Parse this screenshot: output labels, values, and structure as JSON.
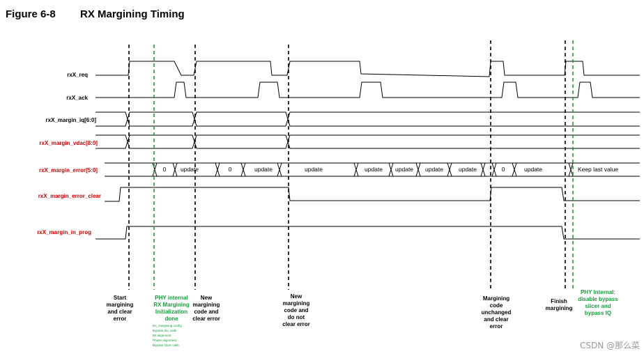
{
  "figure": {
    "label": "Figure 6-8",
    "title": "RX Margining Timing"
  },
  "signals": [
    {
      "id": "req",
      "label": "rxX_req",
      "color": "black"
    },
    {
      "id": "ack",
      "label": "rxX_ack",
      "color": "black"
    },
    {
      "id": "iq",
      "label": "rxX_margin_iq[6:0]",
      "color": "black"
    },
    {
      "id": "vdac",
      "label": "rxX_margin_vdac[8:0]",
      "color": "red"
    },
    {
      "id": "error",
      "label": "rxX_margin_error[5:0]",
      "color": "red"
    },
    {
      "id": "clear",
      "label": "rxX_margin_error_clear",
      "color": "red"
    },
    {
      "id": "prog",
      "label": "rxX_margin_in_prog",
      "color": "red"
    }
  ],
  "error_bus_segments": [
    "0",
    "update",
    "0",
    "update",
    "update",
    "update",
    "update",
    "update",
    "update",
    "0",
    "update",
    "Keep last value"
  ],
  "annotations": [
    {
      "id": "start",
      "color": "black",
      "lines": [
        "Start",
        "margining",
        "and clear",
        "error"
      ]
    },
    {
      "id": "phy-init",
      "color": "green",
      "lines": [
        "PHY internal",
        "RX Margining",
        "Initialization",
        "done"
      ],
      "sub_lines": [
        "Rx_margining config",
        "Bypass dcc calib",
        "Bit alignment",
        "Phase alignment",
        "Bypass slicer calib"
      ]
    },
    {
      "id": "new-code-clear",
      "color": "black",
      "lines": [
        "New",
        "margining",
        "code and",
        "clear error"
      ]
    },
    {
      "id": "new-code-noclear",
      "color": "black",
      "lines": [
        "New",
        "margining",
        "code and",
        "do not",
        "clear error"
      ]
    },
    {
      "id": "unchanged",
      "color": "black",
      "lines": [
        "Margining",
        "code",
        "unchanged",
        "and clear",
        "error"
      ]
    },
    {
      "id": "finish",
      "color": "black",
      "lines": [
        "Finish",
        "margining"
      ]
    },
    {
      "id": "phy-bypass",
      "color": "green",
      "lines": [
        "PHY Internal:",
        "disable bypass",
        "slicer and",
        "bypass IQ"
      ]
    }
  ],
  "watermark": "CSDN @那么菜"
}
